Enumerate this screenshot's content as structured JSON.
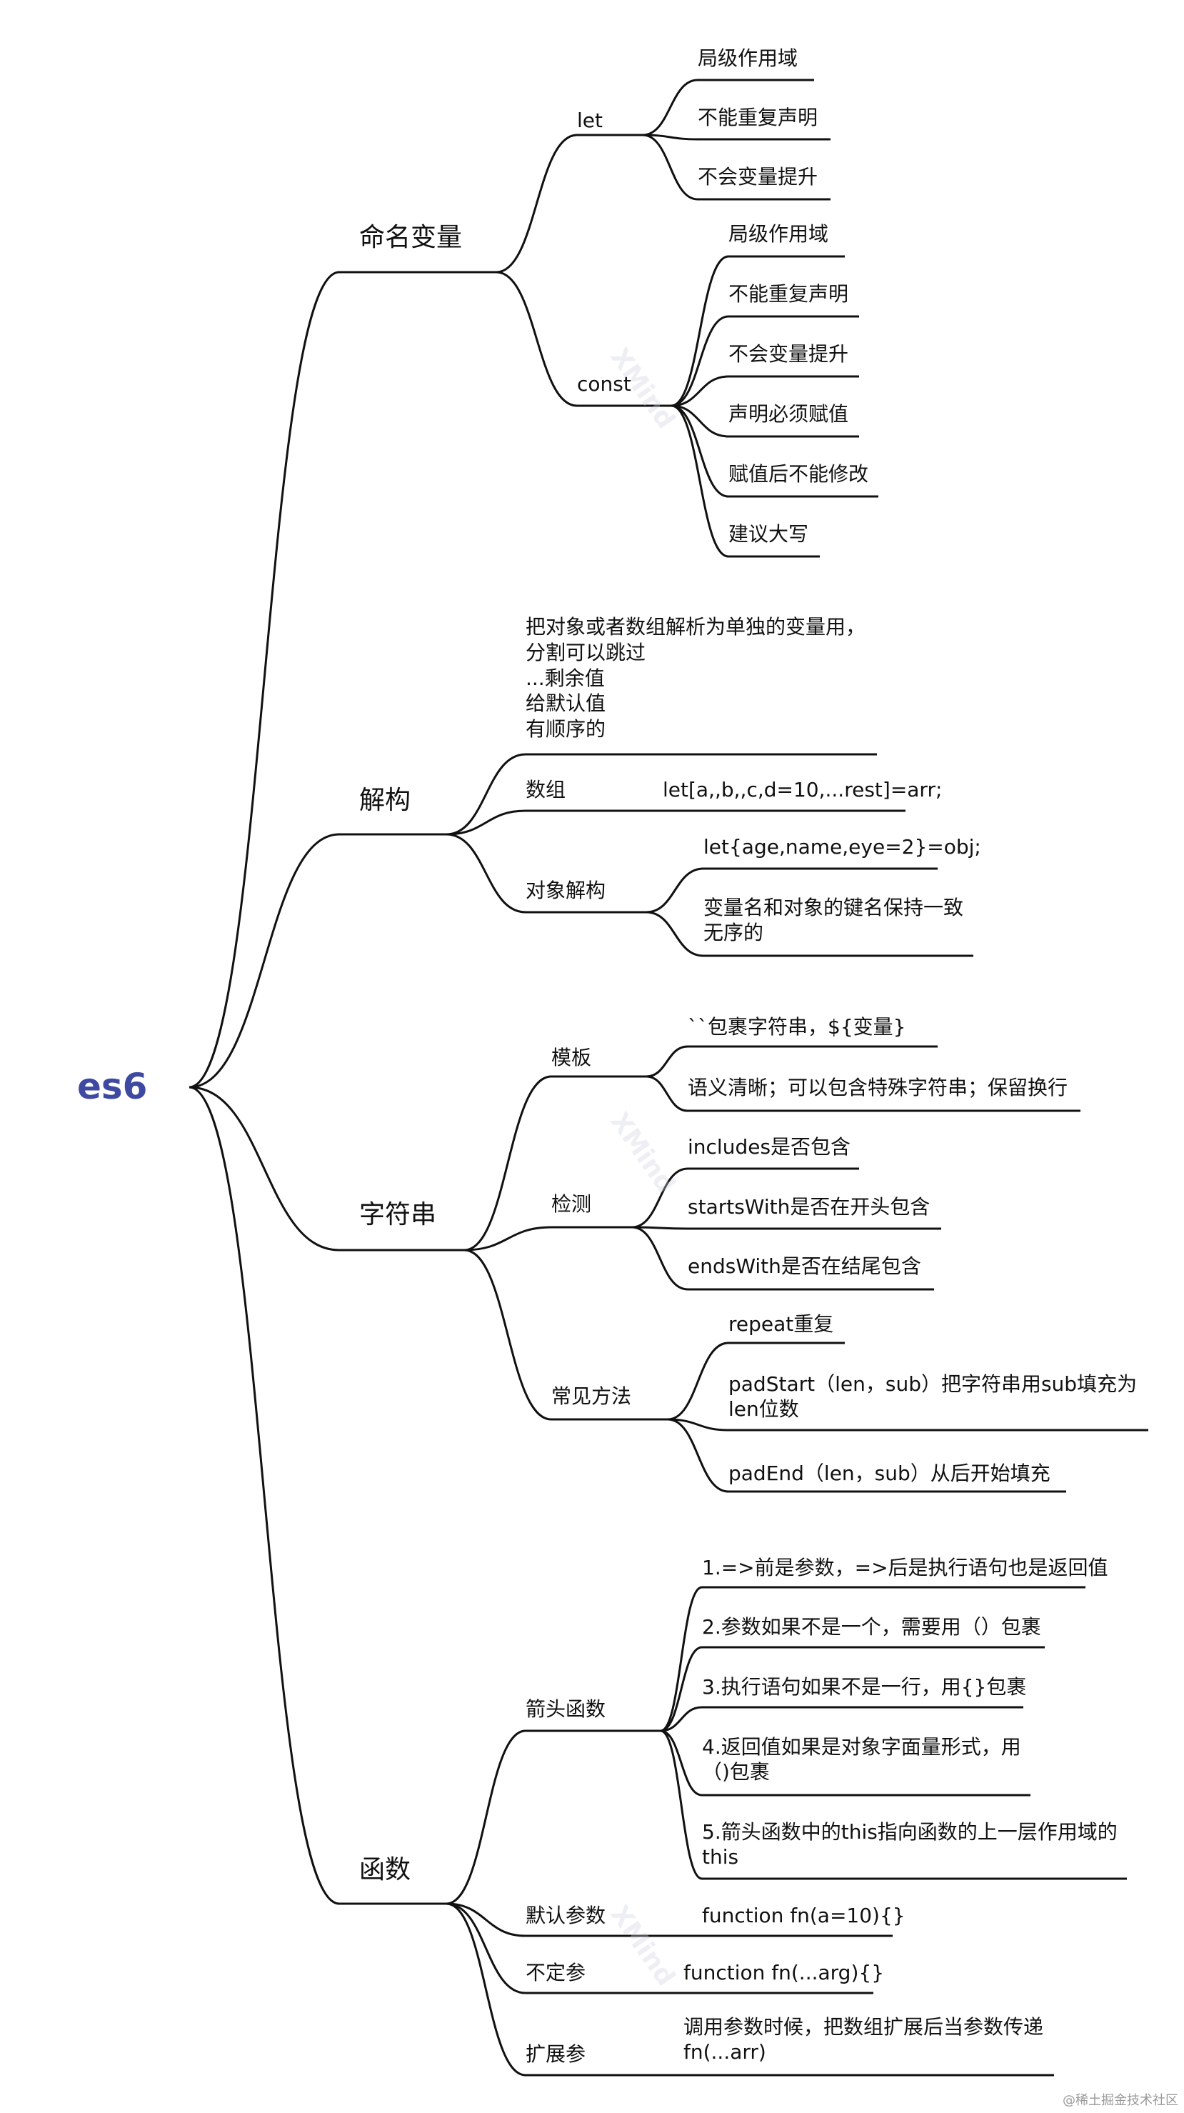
{
  "root": "es6",
  "sections": [
    {
      "label": "命名变量",
      "children": [
        {
          "label": "let",
          "children": [
            "局级作用域",
            "不能重复声明",
            "不会变量提升"
          ]
        },
        {
          "label": "const",
          "children": [
            "局级作用域",
            "不能重复声明",
            "不会变量提升",
            "声明必须赋值",
            "赋值后不能修改",
            "建议大写"
          ]
        }
      ]
    },
    {
      "label": "解构",
      "note": [
        "把对象或者数组解析为单独的变量用，",
        "分割可以跳过",
        "...剩余值",
        "给默认值",
        "有顺序的"
      ],
      "children": [
        {
          "label": "数组",
          "inline": "let[a,,b,,c,d=10,...rest]=arr;"
        },
        {
          "label": "对象解构",
          "children": [
            "let{age,name,eye=2}=obj;",
            "变量名和对象的键名保持一致\n无序的"
          ]
        }
      ]
    },
    {
      "label": "字符串",
      "children": [
        {
          "label": "模板",
          "children": [
            "``包裹字符串，${变量}",
            "语义清晰；可以包含特殊字符串；保留换行"
          ]
        },
        {
          "label": "检测",
          "children": [
            "includes是否包含",
            "startsWith是否在开头包含",
            "endsWith是否在结尾包含"
          ]
        },
        {
          "label": "常见方法",
          "children": [
            "repeat重复",
            "padStart（len，sub）把字符串用sub填充为\nlen位数",
            "padEnd（len，sub）从后开始填充"
          ]
        }
      ]
    },
    {
      "label": "函数",
      "children": [
        {
          "label": "箭头函数",
          "children": [
            "1.=>前是参数，=>后是执行语句也是返回值",
            "2.参数如果不是一个，需要用（）包裹",
            "3.执行语句如果不是一行，用{}包裹",
            "4.返回值如果是对象字面量形式，用\n（)包裹",
            "5.箭头函数中的this指向函数的上一层作用域的\nthis"
          ]
        },
        {
          "label": "默认参数",
          "inline": "function fn(a=10){}"
        },
        {
          "label": "不定参",
          "inline": "function fn(...arg){}"
        },
        {
          "label": "扩展参",
          "inline": "调用参数时候，把数组扩展后当参数传递\nfn(...arr)"
        }
      ]
    }
  ],
  "watermark": "XMind",
  "credit": "@稀土掘金技术社区"
}
